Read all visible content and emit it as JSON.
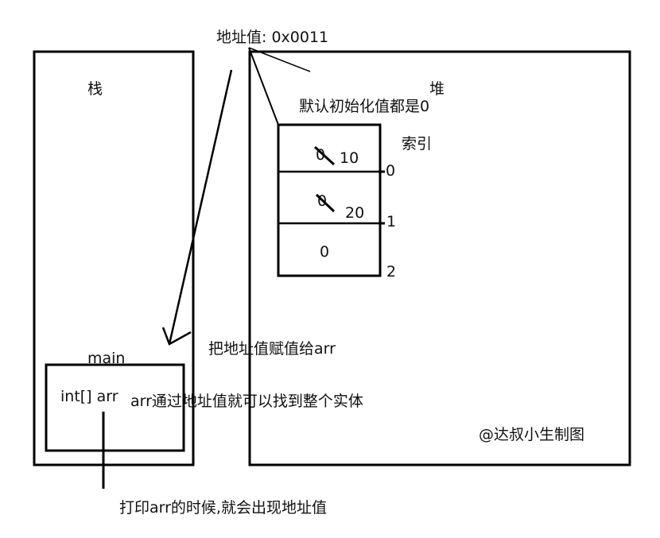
{
  "diagram": {
    "address_label": "地址值: 0x0011",
    "stack_label": "栈",
    "heap_label": "堆",
    "default_init_note": "默认初始化值都是0",
    "index_label": "索引",
    "cells": [
      {
        "crossed": "0",
        "value": "10",
        "index": "0"
      },
      {
        "crossed": "0",
        "value": "20",
        "index": "1"
      },
      {
        "crossed": "",
        "value": "0",
        "index": "2"
      }
    ],
    "assign_note": "把地址值赋值给arr",
    "main_label": "main",
    "array_decl": "int[] arr",
    "access_note": "arr通过地址值就可以找到整个实体",
    "print_note": "打印arr的时候,就会出现地址值",
    "credit": "@达叔小生制图"
  },
  "colors": {
    "stroke": "#000000",
    "background": "#ffffff"
  }
}
